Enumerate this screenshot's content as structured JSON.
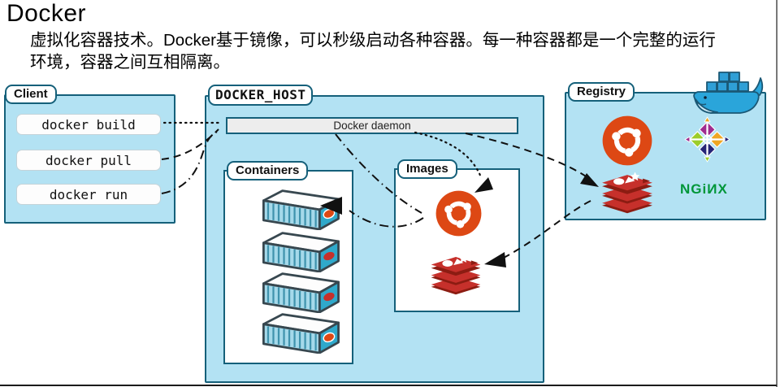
{
  "page": {
    "title": "Docker",
    "description_line1": "虚拟化容器技术。Docker基于镜像，可以秒级启动各种容器。每一种容器都是一个完整的运行",
    "description_line2": "环境，容器之间互相隔离。"
  },
  "client": {
    "label": "Client",
    "commands": [
      {
        "label": "docker build"
      },
      {
        "label": "docker pull"
      },
      {
        "label": "docker run"
      }
    ]
  },
  "docker_host": {
    "label": "DOCKER_HOST",
    "daemon_label": "Docker daemon",
    "containers_label": "Containers",
    "container_icons": [
      "container-ubuntu",
      "container-redis",
      "container-redis",
      "container-ubuntu"
    ],
    "images_label": "Images",
    "image_icons": [
      "ubuntu-logo",
      "redis-logo"
    ]
  },
  "registry": {
    "label": "Registry",
    "icons": [
      "ubuntu-logo",
      "centos-logo",
      "redis-logo",
      "nginx-logo",
      "docker-whale-icon"
    ],
    "nginx_text": "NGiИX"
  },
  "flows": [
    {
      "from": "docker build",
      "to": "Docker daemon",
      "style": "dotted"
    },
    {
      "from": "Docker daemon",
      "to": "images ubuntu",
      "style": "dotted"
    },
    {
      "from": "docker pull",
      "to": "Docker daemon",
      "style": "dashed"
    },
    {
      "from": "Docker daemon",
      "to": "registry redis",
      "style": "dashed"
    },
    {
      "from": "registry redis",
      "to": "images redis",
      "style": "dashed"
    },
    {
      "from": "docker run",
      "to": "Docker daemon",
      "style": "dash-dot"
    },
    {
      "from": "Docker daemon",
      "to": "images ubuntu",
      "style": "dash-dot"
    },
    {
      "from": "images ubuntu",
      "to": "container 1",
      "style": "dash-dot"
    }
  ],
  "colors": {
    "box_fill": "#b3e2f3",
    "box_border": "#15607a",
    "ubuntu_orange": "#dd4814",
    "redis_red": "#c6302b",
    "nginx_green": "#009639",
    "docker_blue": "#2aa5da"
  }
}
